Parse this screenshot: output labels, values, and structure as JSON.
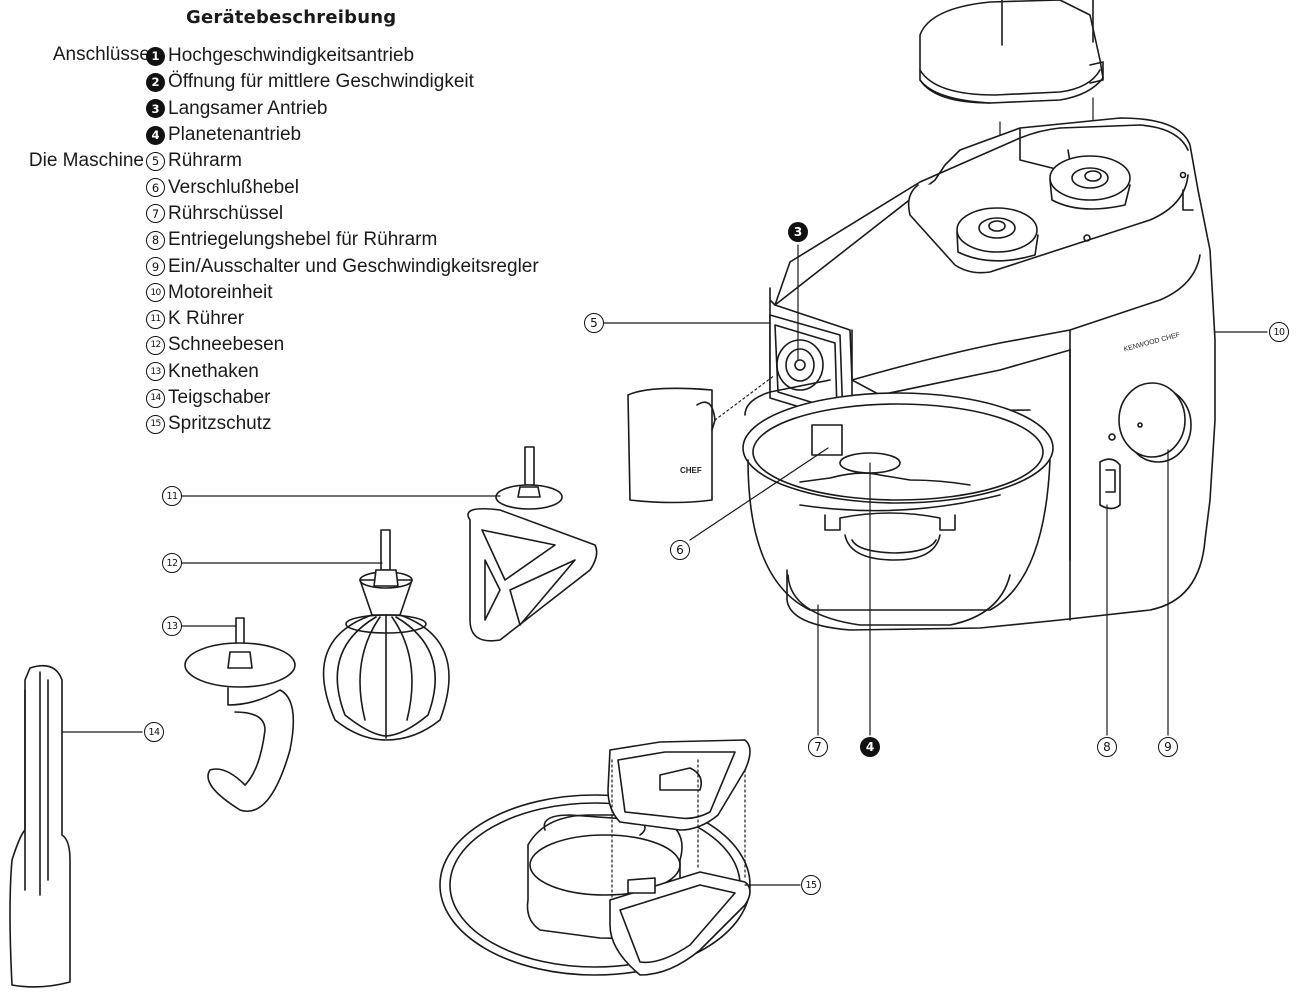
{
  "heading": "Gerätebeschreibung",
  "groups": {
    "connections": "Anschlüsse",
    "machine": "Die Maschine"
  },
  "legend": [
    {
      "num": "1",
      "style": "filled",
      "label": "Hochgeschwindigkeitsantrieb"
    },
    {
      "num": "2",
      "style": "filled",
      "label": "Öffnung für mittlere Geschwindigkeit"
    },
    {
      "num": "3",
      "style": "filled",
      "label": "Langsamer Antrieb"
    },
    {
      "num": "4",
      "style": "filled",
      "label": "Planetenantrieb"
    },
    {
      "num": "5",
      "style": "open",
      "label": "Rührarm"
    },
    {
      "num": "6",
      "style": "open",
      "label": "Verschlußhebel"
    },
    {
      "num": "7",
      "style": "open",
      "label": "Rührschüssel"
    },
    {
      "num": "8",
      "style": "open",
      "label": "Entriegelungshebel für Rührarm"
    },
    {
      "num": "9",
      "style": "open",
      "label": "Ein/Ausschalter und Geschwindigkeitsregler"
    },
    {
      "num": "10",
      "style": "open",
      "label": "Motoreinheit"
    },
    {
      "num": "11",
      "style": "open",
      "label": "K Rührer"
    },
    {
      "num": "12",
      "style": "open",
      "label": "Schneebesen"
    },
    {
      "num": "13",
      "style": "open",
      "label": "Knethaken"
    },
    {
      "num": "14",
      "style": "open",
      "label": "Teigschaber"
    },
    {
      "num": "15",
      "style": "open",
      "label": "Spritzschutz"
    }
  ],
  "callouts": [
    "3",
    "5",
    "10",
    "11",
    "6",
    "12",
    "13",
    "14",
    "7",
    "4",
    "8",
    "9",
    "15"
  ],
  "product_texts": {
    "brand": "KENWOOD CHEF",
    "guard_label": "CHEF"
  }
}
